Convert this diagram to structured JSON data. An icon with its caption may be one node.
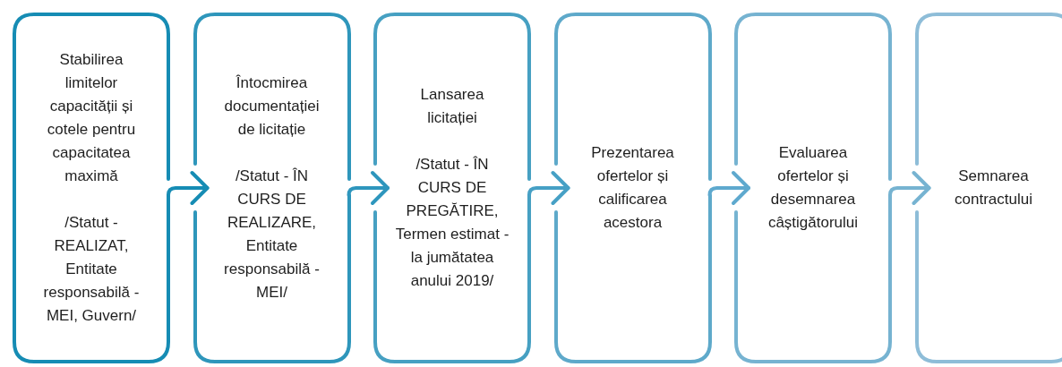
{
  "diagram": {
    "nodes": [
      {
        "text": [
          "Stabilirea limitelor capacității și cotele pentru capacitatea maximă",
          "/Statut - REALIZAT, Entitate responsabilă - MEI, Guvern/"
        ]
      },
      {
        "text": [
          "Întocmirea documentației de licitație",
          "/Statut - ÎN CURS DE REALIZARE, Entitate responsabilă - MEI/"
        ]
      },
      {
        "text": [
          "Lansarea licitației",
          "/Statut - ÎN CURS DE PREGĂTIRE, Termen estimat - la jumătatea anului 2019/"
        ]
      },
      {
        "text": [
          "Prezentarea ofertelor și calificarea acestora"
        ]
      },
      {
        "text": [
          "Evaluarea ofertelor și desemnarea câștigătorului"
        ]
      },
      {
        "text": [
          "Semnarea contractului"
        ]
      }
    ],
    "edges": [
      {
        "from": 0,
        "to": 1,
        "arrow": "to",
        "color": "#168cb4"
      },
      {
        "from": 1,
        "to": 2,
        "arrow": "to",
        "color": "#2e96bd"
      },
      {
        "from": 2,
        "to": 3,
        "arrow": "to",
        "color": "#46a0c5"
      },
      {
        "from": 3,
        "to": 4,
        "arrow": "to",
        "color": "#5ea9ce"
      },
      {
        "from": 4,
        "to": 5,
        "arrow": "to",
        "color": "#76b3d1"
      }
    ]
  }
}
